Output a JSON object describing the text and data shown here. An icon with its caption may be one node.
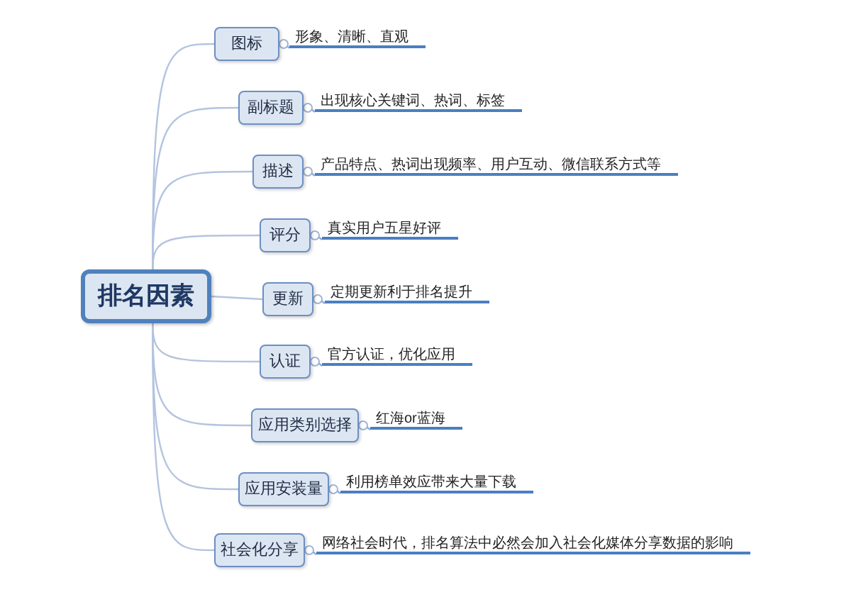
{
  "diagram": {
    "nodes": [
      {
        "text": [
          "排名因素"
        ]
      },
      {
        "text": [
          "图标"
        ]
      },
      {
        "text": [
          "副标题"
        ]
      },
      {
        "text": [
          "描述"
        ]
      },
      {
        "text": [
          "评分"
        ]
      },
      {
        "text": [
          "更新"
        ]
      },
      {
        "text": [
          "认证"
        ]
      },
      {
        "text": [
          "应用类别选择"
        ]
      },
      {
        "text": [
          "应用安装量"
        ]
      },
      {
        "text": [
          "社会化分享"
        ]
      },
      {
        "text": [
          "形象、清晰、直观"
        ]
      },
      {
        "text": [
          "出现核心关键词、热词、标签"
        ]
      },
      {
        "text": [
          "产品特点、热词出现频率、用户互动、微信联系方式等"
        ]
      },
      {
        "text": [
          "真实用户五星好评"
        ]
      },
      {
        "text": [
          "定期更新利于排名提升"
        ]
      },
      {
        "text": [
          "官方认证，优化应用"
        ]
      },
      {
        "text": [
          "红海or蓝海"
        ]
      },
      {
        "text": [
          "利用榜单效应带来大量下载"
        ]
      },
      {
        "text": [
          "网络社会时代，排名算法中必然会加入社会化媒体分享数据的影响"
        ]
      }
    ],
    "edges": [
      {
        "from": 0,
        "to": 1,
        "arrow": "none"
      },
      {
        "from": 0,
        "to": 2,
        "arrow": "none"
      },
      {
        "from": 0,
        "to": 3,
        "arrow": "none"
      },
      {
        "from": 0,
        "to": 4,
        "arrow": "none"
      },
      {
        "from": 0,
        "to": 5,
        "arrow": "none"
      },
      {
        "from": 0,
        "to": 6,
        "arrow": "none"
      },
      {
        "from": 0,
        "to": 7,
        "arrow": "none"
      },
      {
        "from": 0,
        "to": 8,
        "arrow": "none"
      },
      {
        "from": 0,
        "to": 9,
        "arrow": "none"
      },
      {
        "from": 1,
        "to": 10,
        "arrow": "other"
      },
      {
        "from": 2,
        "to": 11,
        "arrow": "other"
      },
      {
        "from": 3,
        "to": 12,
        "arrow": "other"
      },
      {
        "from": 4,
        "to": 13,
        "arrow": "other"
      },
      {
        "from": 5,
        "to": 14,
        "arrow": "other"
      },
      {
        "from": 6,
        "to": 15,
        "arrow": "other"
      },
      {
        "from": 7,
        "to": 16,
        "arrow": "other"
      },
      {
        "from": 8,
        "to": 17,
        "arrow": "other"
      },
      {
        "from": 9,
        "to": 18,
        "arrow": "other"
      }
    ]
  }
}
